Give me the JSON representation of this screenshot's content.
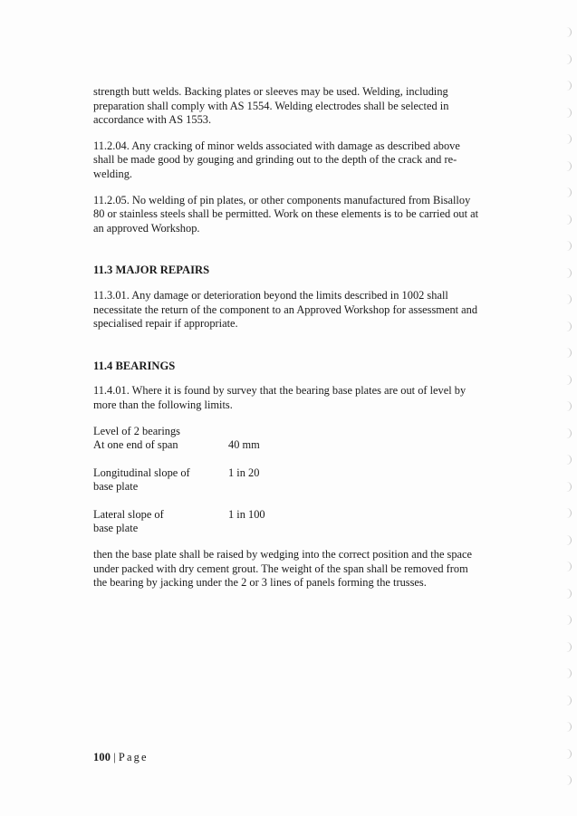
{
  "paragraphs": {
    "p1": "strength butt welds. Backing plates or sleeves may be used. Welding, including preparation shall comply with AS 1554. Welding electrodes shall be selected in accordance with AS 1553.",
    "p2": "11.2.04. Any cracking of minor welds associated with damage as described above shall be made good by gouging and grinding out to the depth of the crack and re-welding.",
    "p3": "11.2.05. No welding of pin plates, or other components manufactured from Bisalloy 80 or stainless steels shall be permitted. Work on these elements is to be carried out at an approved Workshop."
  },
  "section_major": {
    "heading": "11.3 MAJOR REPAIRS",
    "p1": "11.3.01. Any damage or deterioration beyond the limits described in 1002 shall necessitate the return of the component to an Approved Workshop for assessment and specialised repair if appropriate."
  },
  "section_bearings": {
    "heading": "11.4 BEARINGS",
    "p1": "11.4.01. Where it is found by survey that the bearing base plates are out of level by more than the following limits.",
    "limits": [
      {
        "label_line1": "Level of 2 bearings",
        "label_line2": "At one end of span",
        "value": "40 mm"
      },
      {
        "label_line1": "Longitudinal slope of",
        "label_line2": "base plate",
        "value": "1 in 20"
      },
      {
        "label_line1": "Lateral slope of",
        "label_line2": "base plate",
        "value": "1 in 100"
      }
    ],
    "p2": "then the base plate shall be raised by wedging into the correct position and the space under packed with dry cement grout. The weight of the span shall be removed from the bearing by jacking under the 2 or 3 lines of panels forming the trusses."
  },
  "footer": {
    "page_number": "100",
    "separator": "|",
    "page_word": "Page"
  }
}
